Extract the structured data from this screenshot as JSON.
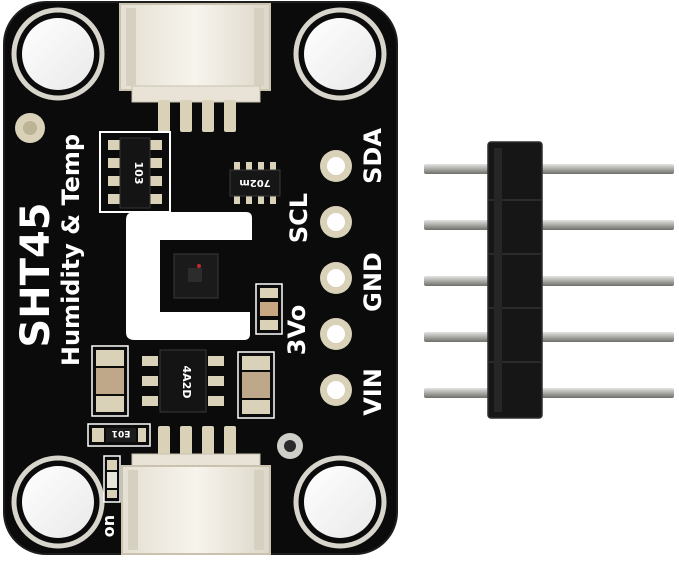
{
  "board": {
    "product_name": "SHT45",
    "product_subtitle": "Humidity & Temp",
    "pins": [
      "SDA",
      "SCL",
      "GND",
      "3Vo",
      "VIN"
    ],
    "chip_marking_resistor": "103",
    "chip_marking_regulator": "4A2D",
    "chip_marking_small": "702m",
    "led_label": "on",
    "resistor_label": "E01"
  },
  "colors": {
    "pcb": "#0b0b0b",
    "silkscreen": "#ffffff",
    "gold_pad": "#d9d2b8",
    "connector": "#f1ede3",
    "header_metal": "#b4b4b0"
  }
}
